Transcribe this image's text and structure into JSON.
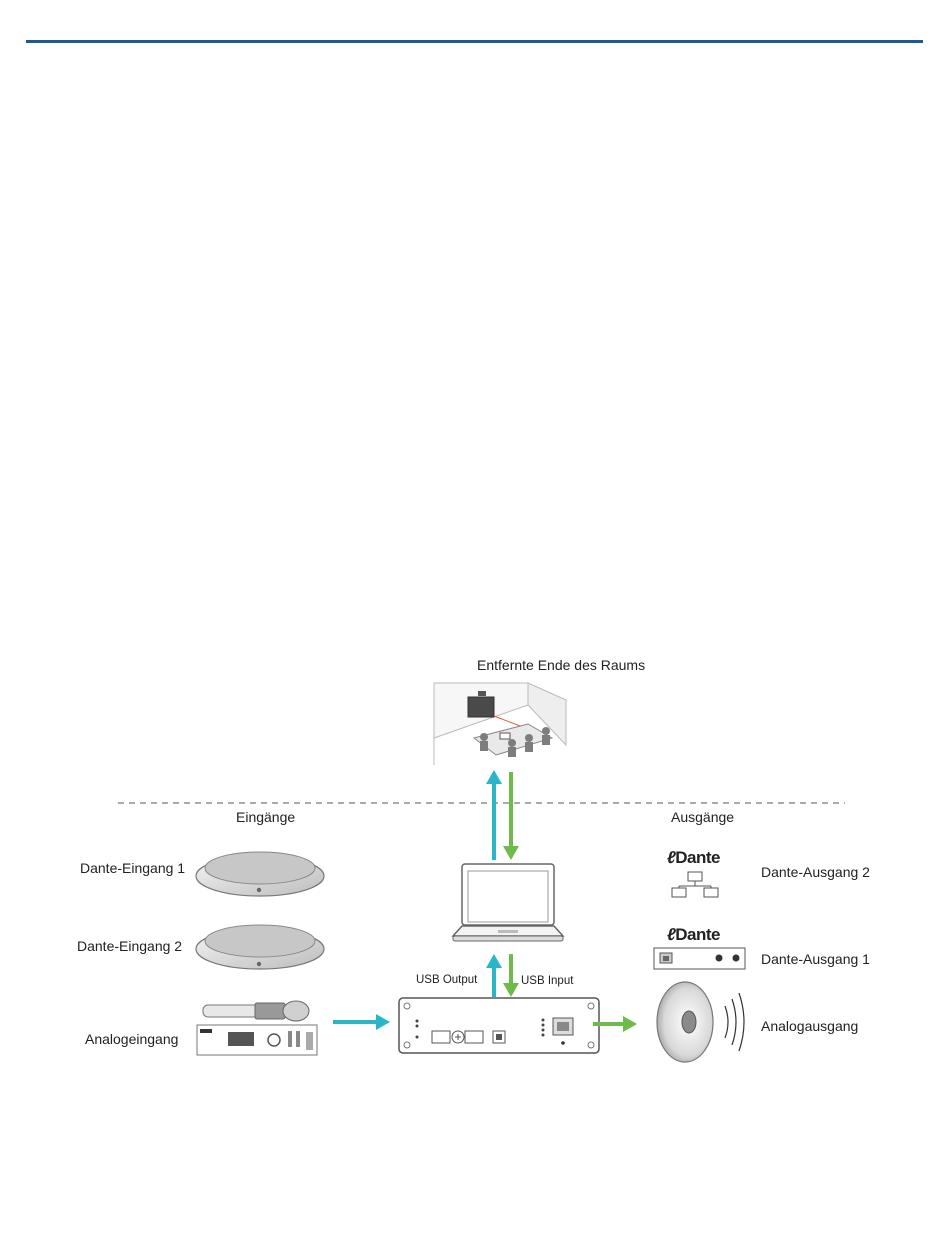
{
  "header": {
    "rule_color": "#1a5a96"
  },
  "diagram": {
    "far_end_label": "Entfernte Ende des Raums",
    "inputs_heading": "Eingänge",
    "outputs_heading": "Ausgänge",
    "inputs": [
      {
        "label": "Dante-Eingang 1"
      },
      {
        "label": "Dante-Eingang 2"
      },
      {
        "label": "Analogeingang"
      }
    ],
    "outputs": [
      {
        "label": "Dante-Ausgang 2",
        "logo": "Dante"
      },
      {
        "label": "Dante-Ausgang 1",
        "logo": "Dante"
      },
      {
        "label": "Analogausgang"
      }
    ],
    "usb_output_label": "USB Output",
    "usb_input_label": "USB Input",
    "colors": {
      "output_arrow": "#2bb5c9",
      "input_arrow": "#6dbb4b",
      "divider": "#555555",
      "far_end_line": "#e05a3a"
    }
  }
}
